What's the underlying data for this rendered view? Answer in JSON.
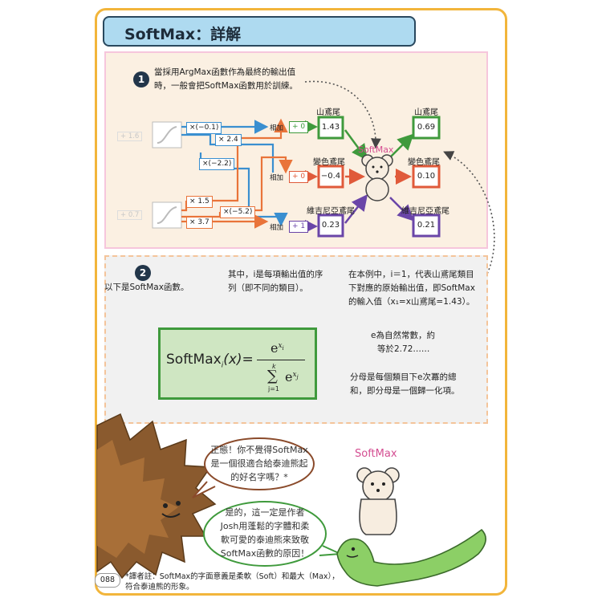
{
  "title": "SoftMax：詳解",
  "section1": {
    "number": "1",
    "intro_line1": "當採用ArgMax函數作為最終的輸出值",
    "intro_line2": "時，一般會把SoftMax函數用於訓練。",
    "input1": "+ 1.6",
    "input2": "+ 0.7",
    "w1": "×(−0.1)",
    "w2": "× 2.4",
    "w3": "×(−2.2)",
    "w4": "× 1.5",
    "w5": "×(−5.2)",
    "w6": "× 3.7",
    "add_label": "相加",
    "bias1": "+ 0",
    "bias2": "+ 0",
    "bias3": "+ 1",
    "raw_labels": [
      "山鳶尾",
      "變色鳶尾",
      "維吉尼亞鳶尾"
    ],
    "raw_values": [
      "1.43",
      "−0.4",
      "0.23"
    ],
    "softmax_label": "SoftMax",
    "out_labels": [
      "山鳶尾",
      "變色鳶尾",
      "維吉尼亞鳶尾"
    ],
    "out_values": [
      "0.69",
      "0.10",
      "0.21"
    ]
  },
  "section2": {
    "number": "2",
    "lead": "以下是SoftMax函數。",
    "note1_line1": "其中，i是每項輸出值的序",
    "note1_line2": "列（即不同的類目）。",
    "note2_line1": "在本例中，i＝1，代表山鳶尾類目",
    "note2_line2": "下對應的原始輸出值，即SoftMax",
    "note2_line3": "的輸入值（x₁=x山鳶尾=1.43）。",
    "note3_line1": "e為自然常數，約",
    "note3_line2": "等於2.72……",
    "note4_line1": "分母是每個類目下e次冪的總",
    "note4_line2": "和，即分母是一個歸一化項。",
    "formula_lhs": "SoftMax",
    "formula_sub": "i",
    "formula_arg": "(x)=",
    "formula_num": "e",
    "formula_num_exp": "x",
    "formula_num_exp_sub": "i",
    "formula_sum_top": "k",
    "formula_sum_bottom": "j=1",
    "formula_den": "e",
    "formula_den_exp": "x",
    "formula_den_exp_sub": "j"
  },
  "comic": {
    "bubble1_line1": "正態！你不覺得SoftMax",
    "bubble1_line2": "是一個很適合給泰迪熊起",
    "bubble1_line3": "的好名字嗎？*",
    "bear_label": "SoftMax",
    "bubble2_line1": "是的，這一定是作者",
    "bubble2_line2": "Josh用蓬鬆的字體和柔",
    "bubble2_line3": "軟可愛的泰迪熊來致敬",
    "bubble2_line4": "SoftMax函數的原因！"
  },
  "footer": {
    "page_number": "088",
    "note_line1": "*譯者註：SoftMax的字面意義是柔軟（Soft）和最大（Max），",
    "note_line2": "符合泰迪熊的形象。"
  },
  "colors": {
    "frame": "#f2b53b",
    "title_bg": "#aedaf0",
    "green": "#3f9a3c",
    "red": "#e05a3a",
    "purple": "#6a45a8",
    "blue": "#3a8fd0",
    "orange": "#e9743a",
    "pink_arrow": "#c8246e",
    "bear": "#f7ede0",
    "hedgehog": "#8a5a2e",
    "dino": "#8ccf66"
  }
}
